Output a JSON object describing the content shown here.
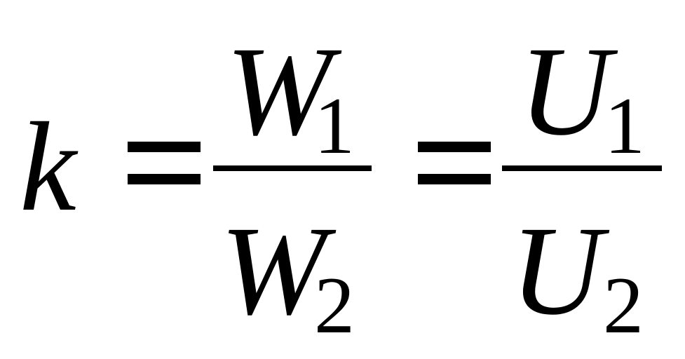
{
  "formula": {
    "lhs": "k",
    "equals_1": "=",
    "equals_2": "=",
    "fraction_1": {
      "numerator_symbol": "W",
      "numerator_subscript": "1",
      "denominator_symbol": "W",
      "denominator_subscript": "2"
    },
    "fraction_2": {
      "numerator_symbol": "U",
      "numerator_subscript": "1",
      "denominator_symbol": "U",
      "denominator_subscript": "2"
    }
  }
}
